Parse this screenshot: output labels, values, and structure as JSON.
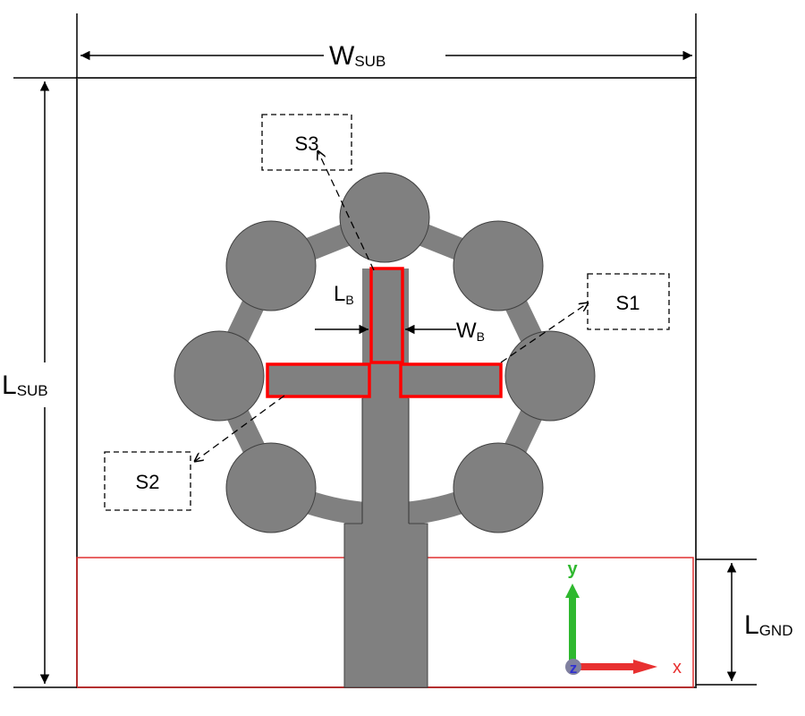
{
  "dimensions": {
    "w_sub": {
      "main": "W",
      "sub": "SUB"
    },
    "l_sub": {
      "main": "L",
      "sub": "SUB"
    },
    "l_gnd": {
      "main": "L",
      "sub": "GND"
    },
    "l_b": {
      "main": "L",
      "sub": "B"
    },
    "w_b": {
      "main": "W",
      "sub": "B"
    }
  },
  "slots": {
    "s1": "S1",
    "s2": "S2",
    "s3": "S3"
  },
  "axes": {
    "x": "x",
    "y": "y",
    "z": "z"
  },
  "colors": {
    "patch": "#808080",
    "highlight": "#ff0000",
    "ground_outline": "#e03030",
    "axis_x": "#e83030",
    "axis_y": "#2fb82f",
    "axis_z": "#3030d0"
  }
}
